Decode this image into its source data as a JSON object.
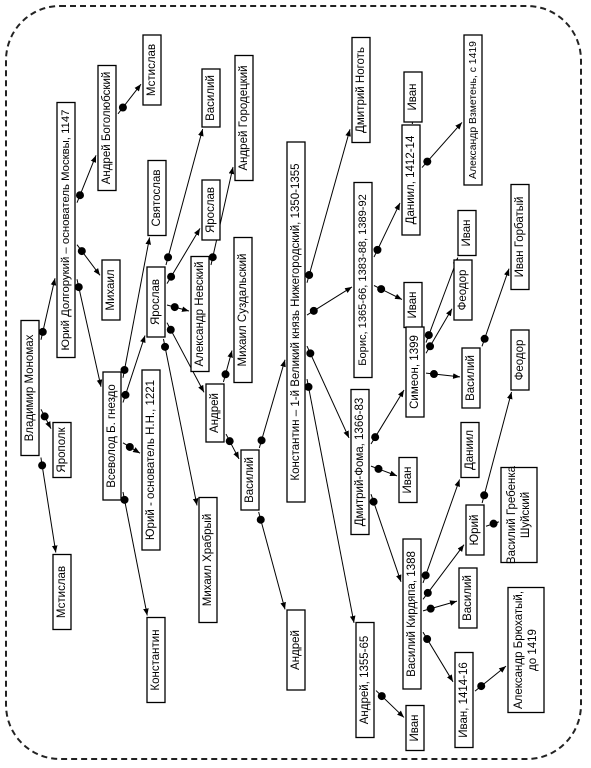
{
  "title": "",
  "nodes": [
    {
      "id": "vladimir",
      "label": "Владимир Мономах"
    },
    {
      "id": "yaropolk",
      "label": "Ярополк"
    },
    {
      "id": "mstislav1",
      "label": "Мстислав"
    },
    {
      "id": "yury_dolg",
      "label": "Юрий Долгорукий – основатель Москвы, 1147"
    },
    {
      "id": "andrey_bog",
      "label": "Андрей Боголюбский"
    },
    {
      "id": "mstislav2",
      "label": "Мстислав"
    },
    {
      "id": "mikhail1",
      "label": "Михаил"
    },
    {
      "id": "vsevolod",
      "label": "Всеволод Б. гнездо"
    },
    {
      "id": "yury_nn",
      "label": "Юрий - основатель Н.Н., 1221"
    },
    {
      "id": "konstantin1",
      "label": "Константин"
    },
    {
      "id": "svyatoslav",
      "label": "Святослав"
    },
    {
      "id": "vasily1",
      "label": "Василий"
    },
    {
      "id": "yaroslav1",
      "label": "Ярослав"
    },
    {
      "id": "yaroslav2",
      "label": "Ярослав"
    },
    {
      "id": "andrey_gor",
      "label": "Андрей Городецкий"
    },
    {
      "id": "alexandr_nev",
      "label": "Александр Невский"
    },
    {
      "id": "mikhail_suz",
      "label": "Михаил Суздальский"
    },
    {
      "id": "mikhail_hr",
      "label": "Михаил Храбрый"
    },
    {
      "id": "andrey2",
      "label": "Андрей"
    },
    {
      "id": "vasily2",
      "label": "Василий"
    },
    {
      "id": "andrey3",
      "label": "Андрей"
    },
    {
      "id": "konstantin_nn",
      "label": "Константин – 1-й Великий князь Нижегородский, 1350-1355"
    },
    {
      "id": "dmitry_nogot",
      "label": "Дмитрий Ноготь"
    },
    {
      "id": "boris",
      "label": "Борис, 1365-66, 1383-88, 1389-92"
    },
    {
      "id": "ivan1",
      "label": "Иван"
    },
    {
      "id": "daniil1",
      "label": "Даниил, 1412-14"
    },
    {
      "id": "alexandr_vz",
      "label": "Александр Взметень, с 1419"
    },
    {
      "id": "ivan2",
      "label": "Иван"
    },
    {
      "id": "ivan3",
      "label": "Иван"
    },
    {
      "id": "ivan_gorb",
      "label": "Иван Горбатый"
    },
    {
      "id": "feodor1",
      "label": "Феодор"
    },
    {
      "id": "simeon",
      "label": "Симеон, 1399"
    },
    {
      "id": "vasily3",
      "label": "Василий"
    },
    {
      "id": "feodor2",
      "label": "Феодор"
    },
    {
      "id": "dmitry_foma",
      "label": "Дмитрий-Фома, 1366-83"
    },
    {
      "id": "ivan4",
      "label": "Иван"
    },
    {
      "id": "daniil2",
      "label": "Даниил"
    },
    {
      "id": "yury2",
      "label": "Юрий"
    },
    {
      "id": "vasily_greb",
      "label": "Василий Гребенка Шуйский"
    },
    {
      "id": "andrey_1355",
      "label": "Андрей, 1355-65"
    },
    {
      "id": "vasily_kird",
      "label": "Василий Кирдяпа, 1388"
    },
    {
      "id": "vasily4",
      "label": "Василий"
    },
    {
      "id": "ivan5",
      "label": "Иван"
    },
    {
      "id": "ivan_1414",
      "label": "Иван, 1414-16"
    },
    {
      "id": "alexandr_bryu",
      "label": "Александр Брюхатый, до 1419"
    }
  ],
  "edges": [
    [
      "vladimir",
      "yaropolk"
    ],
    [
      "vladimir",
      "mstislav1"
    ],
    [
      "vladimir",
      "yury_dolg"
    ],
    [
      "yury_dolg",
      "andrey_bog"
    ],
    [
      "andrey_bog",
      "mstislav2"
    ],
    [
      "yury_dolg",
      "mikhail1"
    ],
    [
      "yury_dolg",
      "vsevolod"
    ],
    [
      "vsevolod",
      "yury_nn"
    ],
    [
      "vsevolod",
      "konstantin1"
    ],
    [
      "vsevolod",
      "svyatoslav"
    ],
    [
      "vsevolod",
      "yaroslav1"
    ],
    [
      "yaroslav1",
      "vasily1"
    ],
    [
      "yaroslav1",
      "yaroslav2"
    ],
    [
      "yaroslav1",
      "alexandr_nev"
    ],
    [
      "yaroslav1",
      "mikhail_hr"
    ],
    [
      "yaroslav1",
      "andrey2"
    ],
    [
      "alexandr_nev",
      "andrey_gor"
    ],
    [
      "andrey2",
      "mikhail_suz"
    ],
    [
      "andrey2",
      "vasily2"
    ],
    [
      "vasily2",
      "andrey3"
    ],
    [
      "vasily2",
      "konstantin_nn"
    ],
    [
      "konstantin_nn",
      "dmitry_nogot"
    ],
    [
      "konstantin_nn",
      "boris"
    ],
    [
      "konstantin_nn",
      "dmitry_foma"
    ],
    [
      "konstantin_nn",
      "andrey_1355"
    ],
    [
      "boris",
      "ivan1"
    ],
    [
      "boris",
      "daniil1"
    ],
    [
      "daniil1",
      "alexandr_vz"
    ],
    [
      "daniil1",
      "ivan2"
    ],
    [
      "dmitry_foma",
      "simeon"
    ],
    [
      "dmitry_foma",
      "ivan4"
    ],
    [
      "dmitry_foma",
      "vasily_kird"
    ],
    [
      "simeon",
      "ivan3"
    ],
    [
      "simeon",
      "feodor1"
    ],
    [
      "simeon",
      "vasily3"
    ],
    [
      "vasily3",
      "ivan_gorb"
    ],
    [
      "vasily_kird",
      "daniil2"
    ],
    [
      "vasily_kird",
      "yury2"
    ],
    [
      "vasily_kird",
      "vasily4"
    ],
    [
      "vasily_kird",
      "ivan_1414"
    ],
    [
      "yury2",
      "feodor2"
    ],
    [
      "yury2",
      "vasily_greb"
    ],
    [
      "andrey_1355",
      "ivan5"
    ],
    [
      "ivan_1414",
      "alexandr_bryu"
    ]
  ]
}
